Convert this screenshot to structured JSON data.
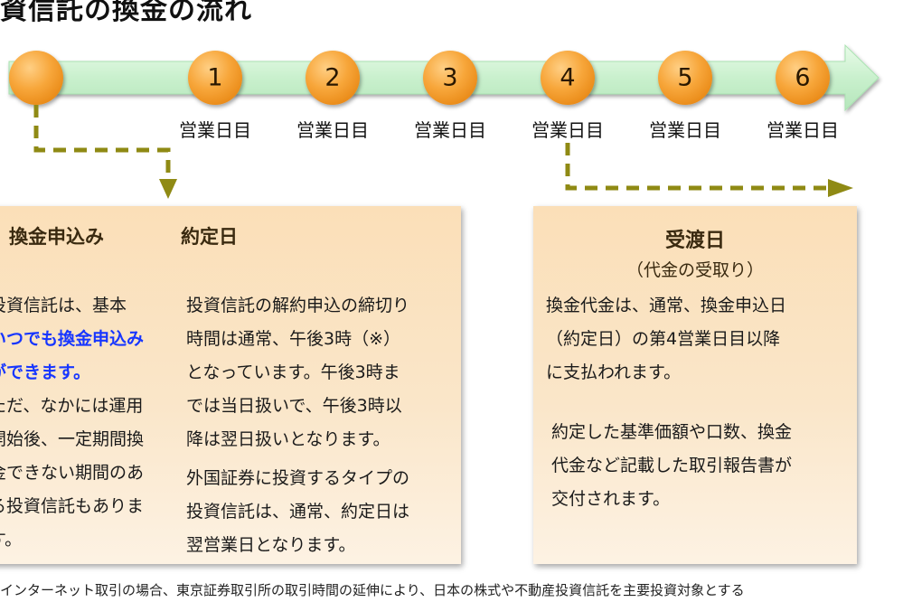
{
  "page_title": "資信託の換金の流れ",
  "timeline": {
    "days": [
      "1",
      "2",
      "3",
      "4",
      "5",
      "6"
    ],
    "day_label": "営業日目",
    "colors": {
      "bar": "#ccf2d0",
      "bar_edge": "#a9e3b1",
      "circle": "#f7a63a",
      "circle_dark": "#e98a18",
      "connector": "#8f8a14"
    }
  },
  "cards": {
    "application": {
      "title": "換金申込み",
      "body": [
        [
          {
            "t": "投資信託は、基本"
          }
        ],
        [
          {
            "t": "いつでも換金申込み",
            "hl": true
          }
        ],
        [
          {
            "t": "ができます。",
            "hl": true
          }
        ],
        [
          {
            "t": "ただ、なかには運用"
          }
        ],
        [
          {
            "t": "開始後、一定期間換"
          }
        ],
        [
          {
            "t": "金できない期間のあ"
          }
        ],
        [
          {
            "t": "る投資信託もありま"
          }
        ],
        [
          {
            "t": "す。"
          }
        ]
      ]
    },
    "contract": {
      "title": "約定日",
      "body": [
        "投資信託の解約申込の締切り",
        "時間は通常、午後3時（※）",
        "となっています。午後3時ま",
        "では当日扱いで、午後3時以",
        "降は翌日扱いとなります。",
        "外国証券に投資するタイプの",
        "投資信託は、通常、約定日は",
        "翌営業日となります。"
      ]
    },
    "settlement": {
      "title": "受渡日",
      "subtitle": "（代金の受取り）",
      "body1": [
        "換金代金は、通常、換金申込日",
        "（約定日）の第4営業日目以降",
        "に支払われます。"
      ],
      "body2": [
        "約定した基準価額や口数、換金",
        "代金など記載した取引報告書が",
        "交付されます。"
      ]
    }
  },
  "footnote": "インターネット取引の場合、東京証券取引所の取引時間の延伸により、日本の株式や不動産投資信託を主要投資対象とする"
}
